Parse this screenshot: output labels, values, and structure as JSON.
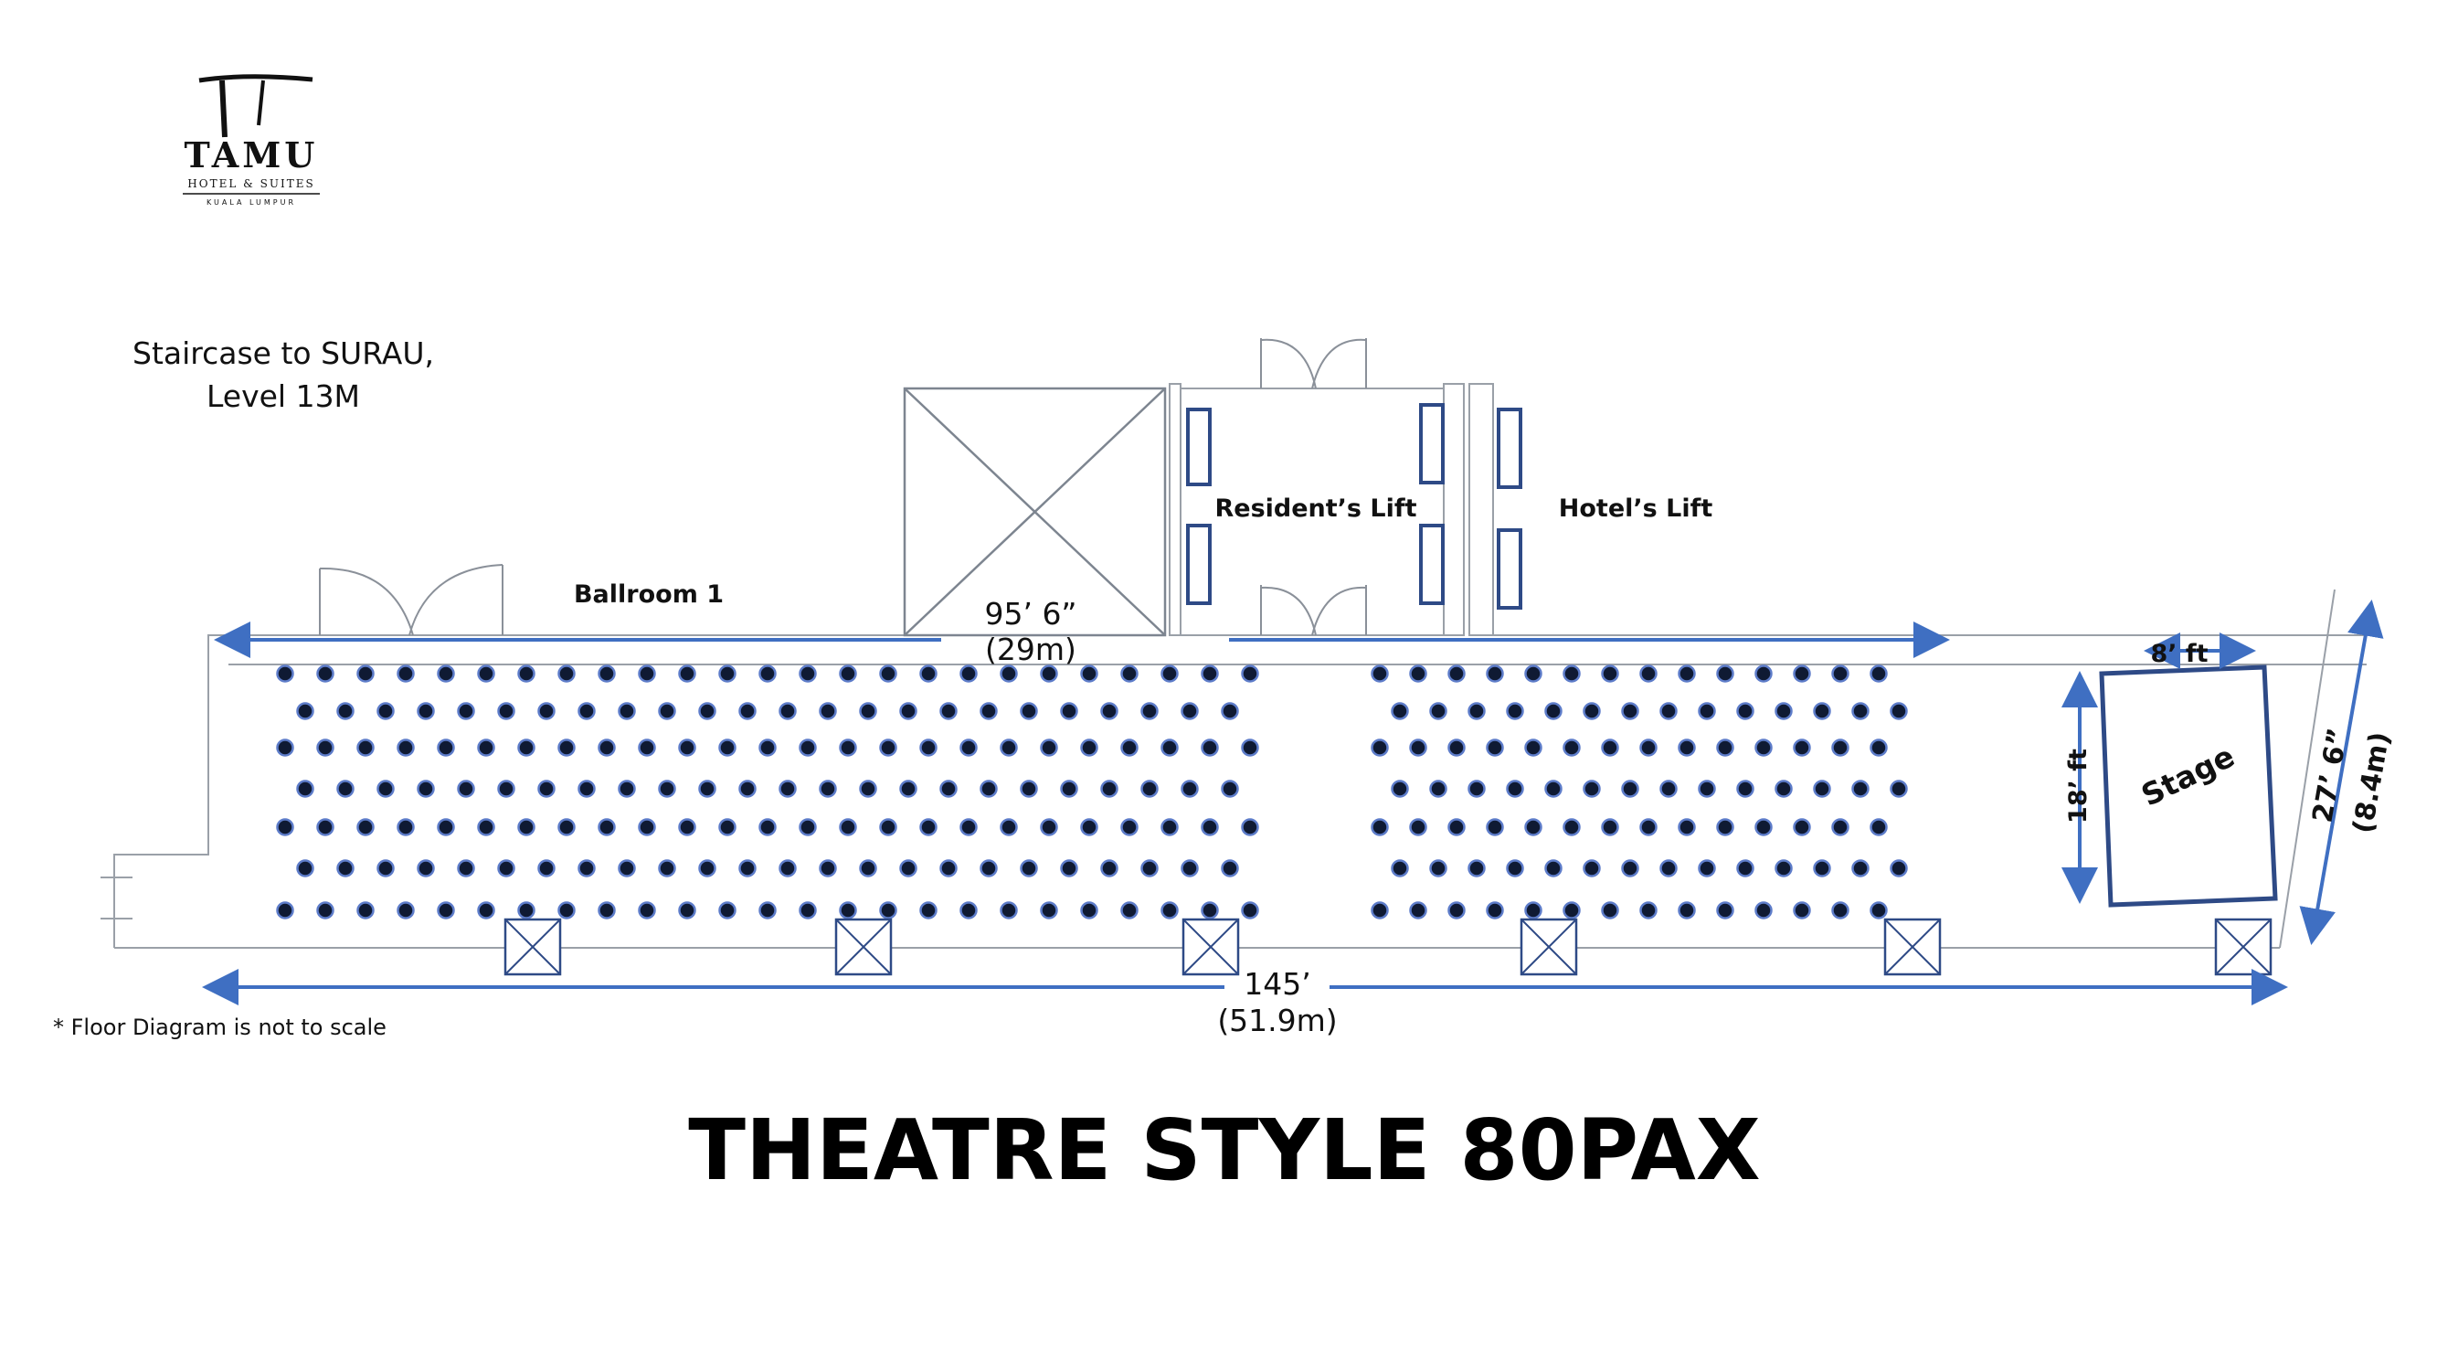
{
  "logo": {
    "name": "TAMU",
    "subtitle": "HOTEL & SUITES",
    "location": "KUALA LUMPUR"
  },
  "labels": {
    "staircase_line1": "Staircase to SURAU,",
    "staircase_line2": "Level 13M",
    "ballroom": "Ballroom 1",
    "residents_lift": "Resident’s Lift",
    "hotels_lift": "Hotel’s Lift",
    "stage": "Stage",
    "note": "* Floor Diagram is not to scale",
    "title": "THEATRE STYLE 80PAX"
  },
  "dimensions": {
    "width_top": "95’ 6”",
    "width_top_metric": "(29m)",
    "total_length": "145’",
    "total_length_metric": "(51.9m)",
    "depth": "27’ 6”",
    "depth_metric": "(8.4m)",
    "stage_width": "8’ ft",
    "stage_depth": "18’ ft"
  },
  "colors": {
    "accent_blue": "#3f6fc2",
    "fixture_blue": "#2e4a86",
    "seat_fill": "#0f1a33",
    "seat_ring": "#5d7cc9",
    "wall_grey": "#9aa0a8"
  }
}
